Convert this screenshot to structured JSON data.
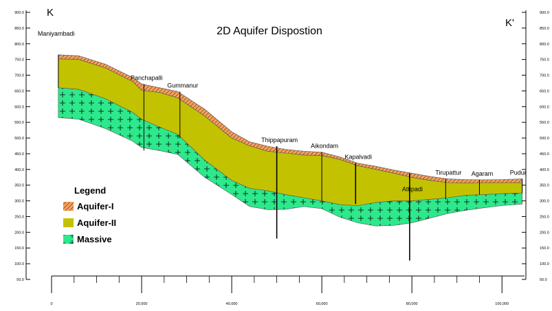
{
  "title": "2D Aquifer Dispostion",
  "section": {
    "start_label": "K",
    "end_label": "K'"
  },
  "legend": {
    "title": "Legend",
    "items": [
      {
        "name": "Aquifer-I",
        "swatch": "aquifer1-swatch"
      },
      {
        "name": "Aquifer-II",
        "swatch": "aquifer2-swatch"
      },
      {
        "name": "Massive",
        "swatch": "massive-swatch"
      }
    ]
  },
  "colors": {
    "aquifer1": "#f2a15f",
    "aquifer2": "#c2c200",
    "massive": "#2ee88c",
    "line": "#000000"
  },
  "chart_data": {
    "type": "area",
    "title": "2D Aquifer Dispostion",
    "xlabel": "",
    "ylabel": "",
    "xlim": [
      0,
      105000
    ],
    "ylim": [
      50,
      900
    ],
    "x_ticks": [
      0,
      20000,
      40000,
      60000,
      80000,
      100000
    ],
    "x_tick_labels": [
      "0",
      "20,000",
      "40,000",
      "60,000",
      "80,000",
      "100,000"
    ],
    "y_ticks": [
      50,
      100,
      150,
      200,
      250,
      300,
      350,
      400,
      450,
      500,
      550,
      600,
      650,
      700,
      750,
      800,
      850,
      900
    ],
    "y_tick_labels": [
      "50.0",
      "100.0",
      "150.0",
      "200.0",
      "250.0",
      "300.0",
      "350.0",
      "400.0",
      "450.0",
      "500.0",
      "550.0",
      "600.0",
      "650.0",
      "700.0",
      "750.0",
      "800.0",
      "850.0",
      "900.0"
    ],
    "boundaries": {
      "x": [
        1500,
        6000,
        12000,
        18000,
        20000,
        24000,
        28000,
        34000,
        40000,
        44000,
        48000,
        52000,
        56000,
        60000,
        64000,
        68000,
        72000,
        76000,
        80000,
        84000,
        88000,
        92000,
        96000,
        100000,
        104500
      ],
      "top": [
        765,
        762,
        735,
        693,
        672,
        660,
        648,
        592,
        520,
        488,
        474,
        464,
        458,
        455,
        440,
        420,
        410,
        398,
        388,
        378,
        370,
        368,
        367,
        368,
        370
      ],
      "aquifer1_base": [
        752,
        750,
        723,
        680,
        652,
        645,
        628,
        570,
        500,
        475,
        458,
        452,
        446,
        444,
        432,
        412,
        400,
        388,
        375,
        365,
        358,
        357,
        358,
        358,
        358
      ],
      "aquifer2_base": [
        660,
        655,
        625,
        582,
        560,
        535,
        512,
        430,
        365,
        340,
        332,
        320,
        310,
        300,
        288,
        285,
        295,
        300,
        300,
        305,
        310,
        318,
        320,
        323,
        325
      ],
      "massive_base": [
        565,
        560,
        530,
        490,
        470,
        460,
        448,
        375,
        320,
        282,
        272,
        273,
        282,
        275,
        248,
        230,
        220,
        222,
        230,
        245,
        260,
        270,
        278,
        285,
        290
      ]
    },
    "wells": [
      {
        "name": "Maniyambadi",
        "x": 1500,
        "top": 765,
        "bottom": 660
      },
      {
        "name": "Panchapalli",
        "x": 20500,
        "top": 672,
        "bottom": 460
      },
      {
        "name": "Gummanur",
        "x": 28500,
        "top": 648,
        "bottom": 500
      },
      {
        "name": "Thippapuram",
        "x": 50000,
        "top": 474,
        "bottom": 180
      },
      {
        "name": "Aikondam",
        "x": 60000,
        "top": 455,
        "bottom": 300
      },
      {
        "name": "Kapalvadi",
        "x": 67500,
        "top": 420,
        "bottom": 290
      },
      {
        "name": "Attipadi",
        "x": 79500,
        "top": 388,
        "bottom": 110
      },
      {
        "name": "Tirupattur",
        "x": 87500,
        "top": 370,
        "bottom": 305
      },
      {
        "name": "Agaram",
        "x": 95000,
        "top": 367,
        "bottom": 320
      },
      {
        "name": "Pudur",
        "x": 104500,
        "top": 370,
        "bottom": 325
      }
    ]
  }
}
